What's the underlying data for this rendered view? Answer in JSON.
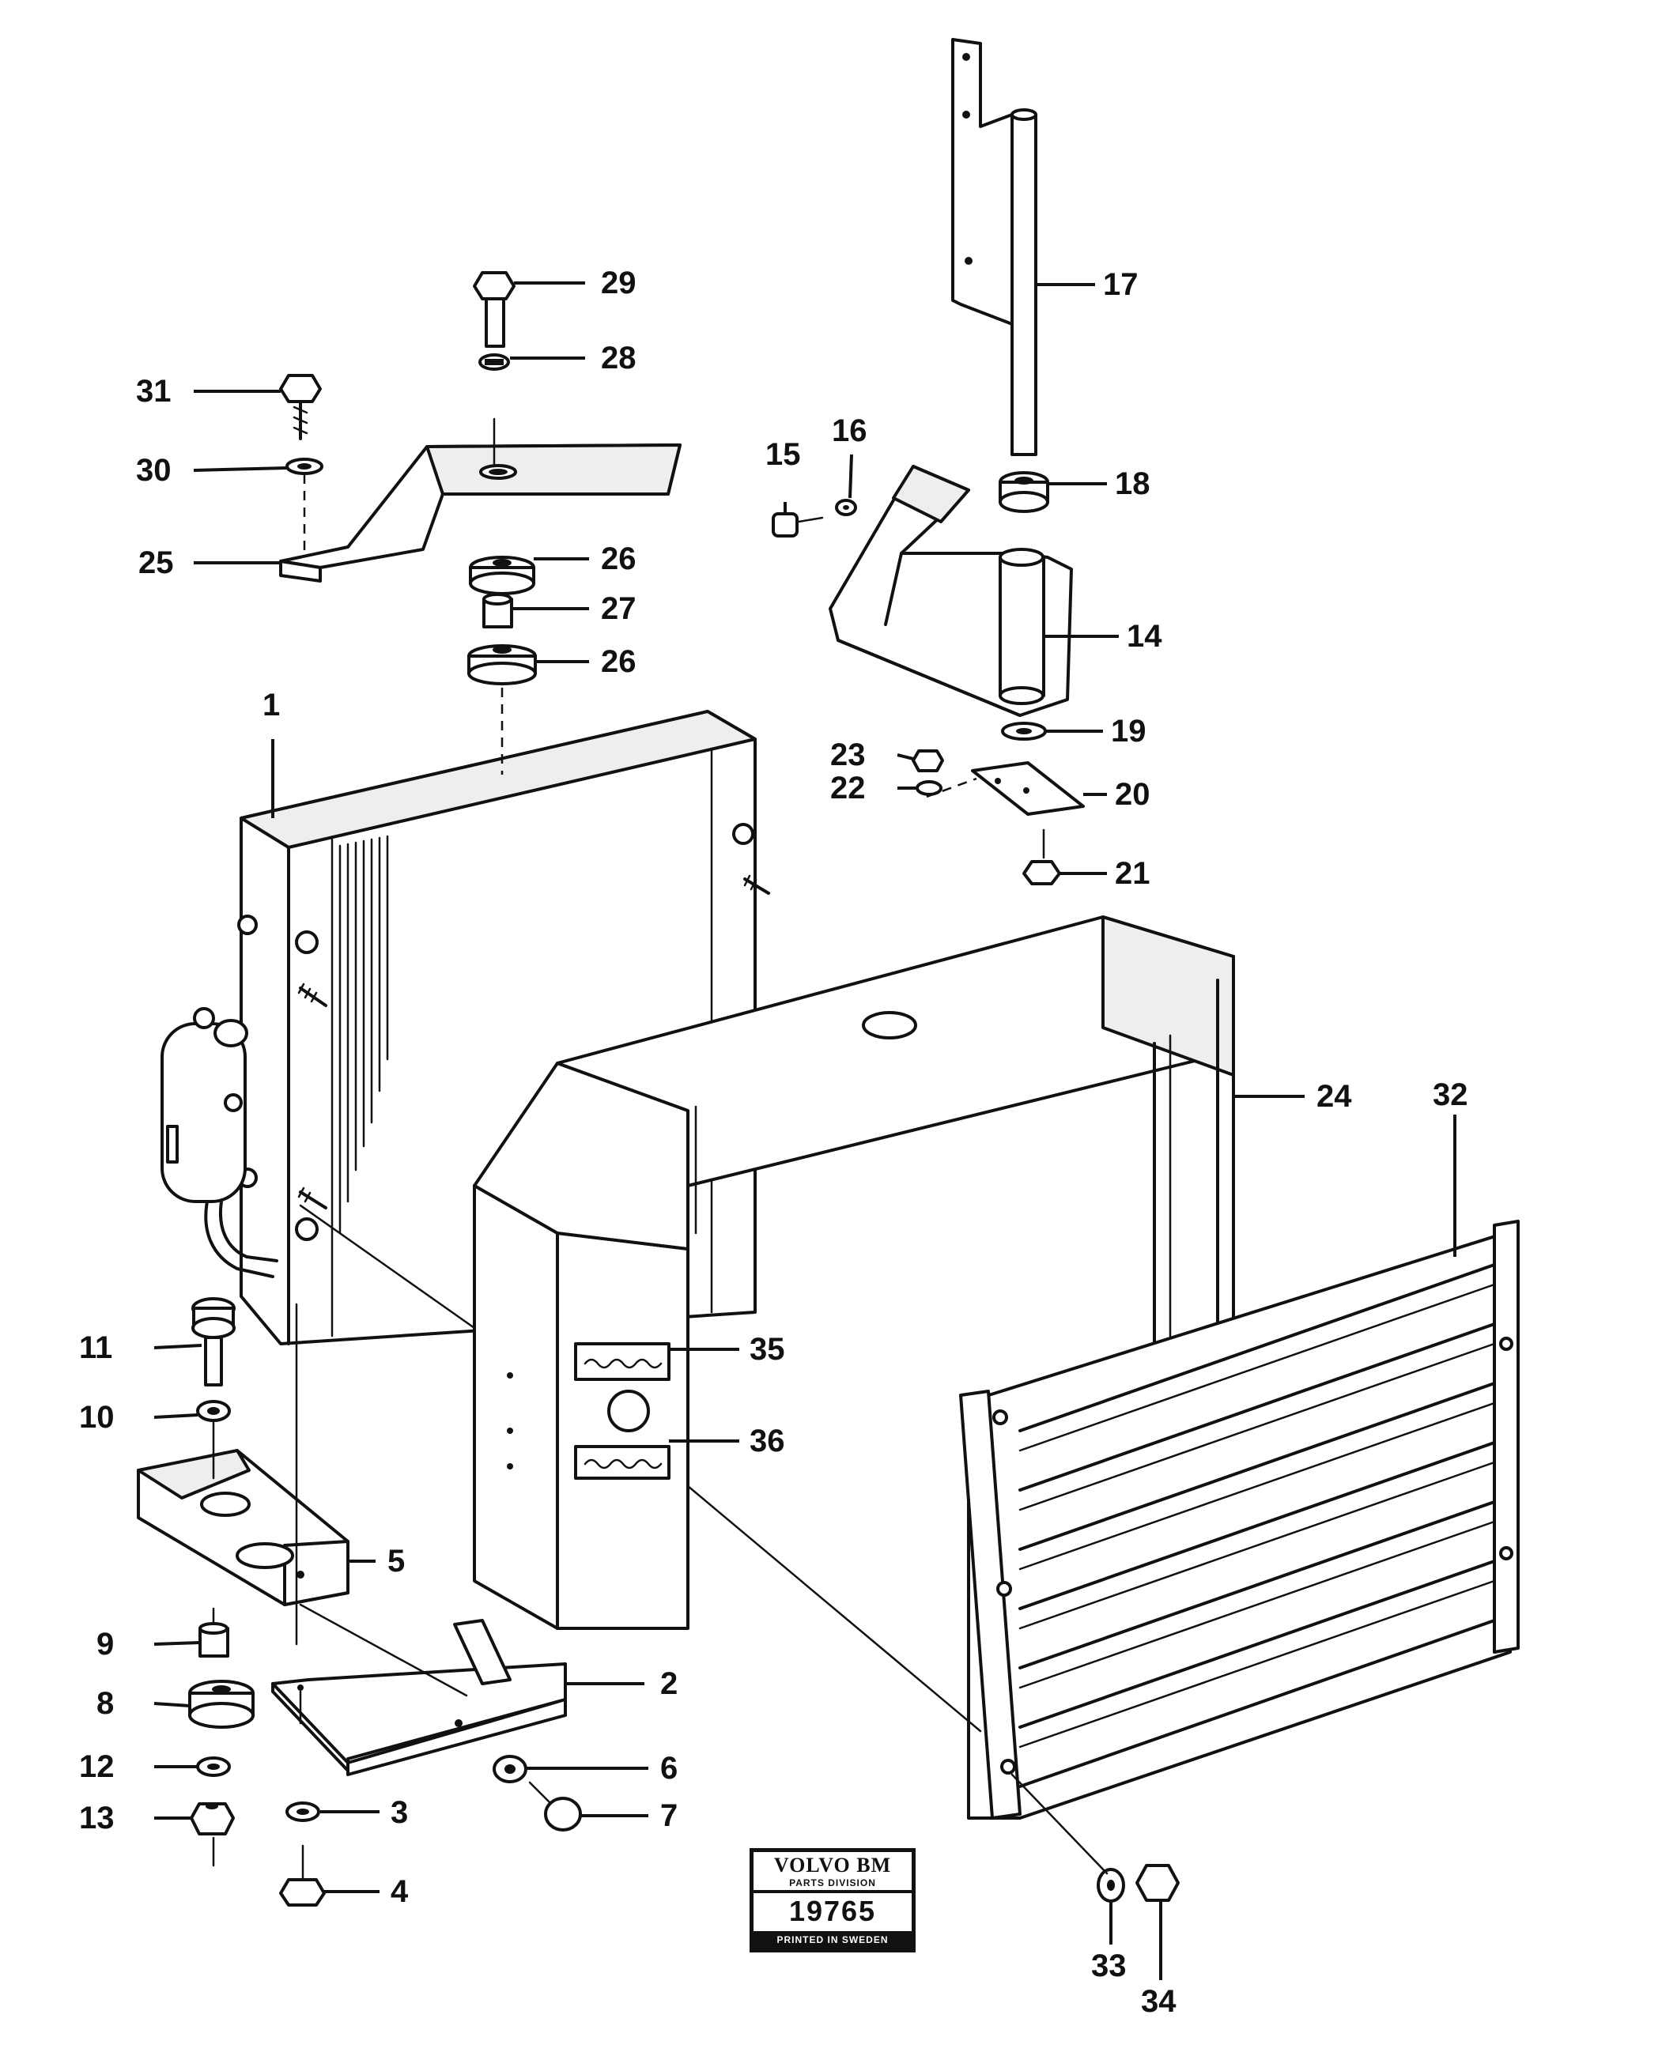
{
  "diagram": {
    "callouts": [
      "1",
      "2",
      "3",
      "4",
      "5",
      "6",
      "7",
      "8",
      "9",
      "10",
      "11",
      "12",
      "13",
      "14",
      "15",
      "16",
      "17",
      "18",
      "19",
      "20",
      "21",
      "22",
      "23",
      "24",
      "25",
      "26",
      "26",
      "27",
      "28",
      "29",
      "30",
      "31",
      "32",
      "33",
      "34",
      "35",
      "36"
    ],
    "parts": [
      "radiator",
      "mounting-bracket",
      "washer",
      "bolt",
      "support-bracket",
      "washer",
      "bolt",
      "rubber-mount",
      "sleeve",
      "washer",
      "bolt",
      "washer",
      "nut",
      "hinge-bracket",
      "bolt",
      "washer",
      "hinge-pin-arm",
      "bushing",
      "washer",
      "plate",
      "bolt",
      "washer",
      "nut",
      "radiator-frame",
      "upper-bracket",
      "rubber-mount",
      "spacer",
      "washer",
      "bolt",
      "washer",
      "bolt",
      "grille",
      "washer",
      "bolt",
      "decal",
      "decal",
      "receiver-drier"
    ]
  },
  "stamp": {
    "brand": "VOLVO BM",
    "division": "PARTS DIVISION",
    "number": "19765",
    "footer": "PRINTED IN SWEDEN"
  }
}
